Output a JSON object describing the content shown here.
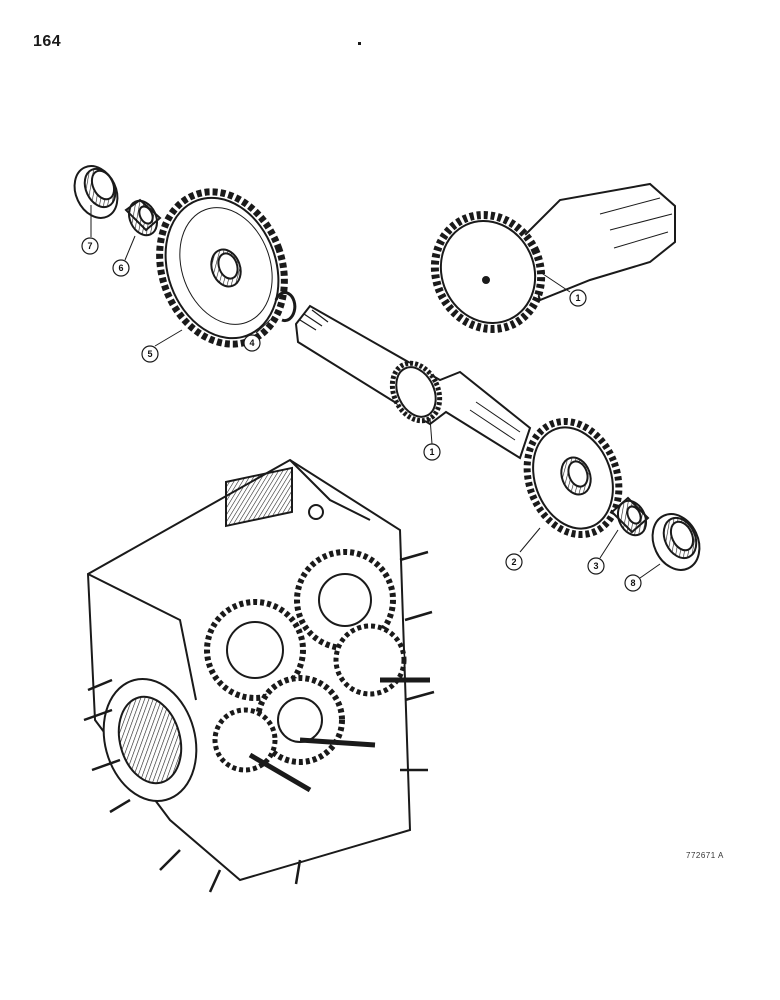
{
  "page": {
    "number": "164",
    "figure_code": "772671 A"
  },
  "callouts": [
    {
      "id": "c1a",
      "label": "1"
    },
    {
      "id": "c1b",
      "label": "1"
    },
    {
      "id": "c2",
      "label": "2"
    },
    {
      "id": "c3",
      "label": "3"
    },
    {
      "id": "c4",
      "label": "4"
    },
    {
      "id": "c5",
      "label": "5"
    },
    {
      "id": "c6",
      "label": "6"
    },
    {
      "id": "c7",
      "label": "7"
    },
    {
      "id": "c8",
      "label": "8"
    }
  ],
  "colors": {
    "ink": "#1a1a1a",
    "shade": "#bdbdbd",
    "paper": "#ffffff"
  }
}
